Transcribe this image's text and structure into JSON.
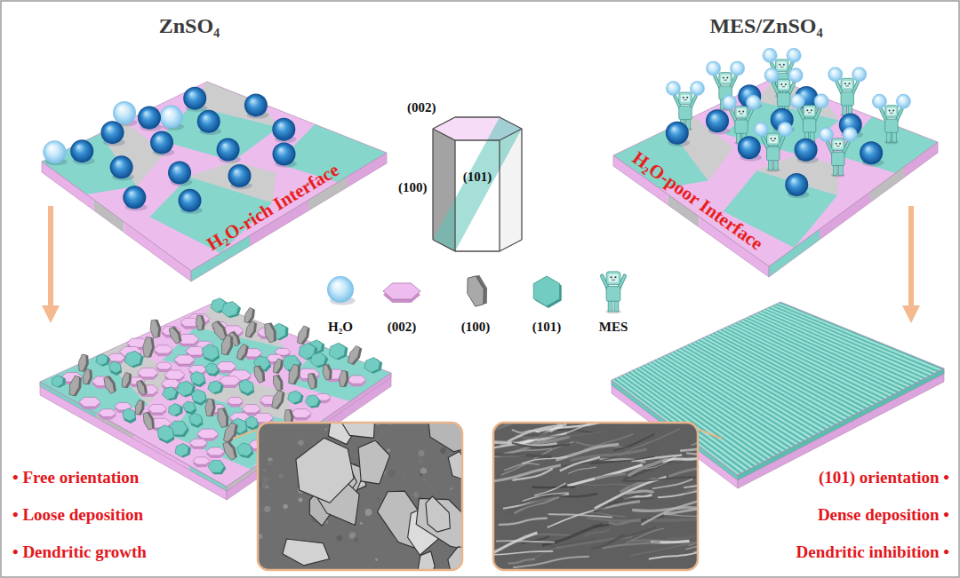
{
  "diagram": {
    "nodes": [
      {
        "text": [
          "ZnSO₄",
          "H₂O-rich Interface"
        ]
      },
      {
        "text": [
          "MES/ZnSO₄",
          "H₂O-poor Interface"
        ]
      },
      {
        "text": [
          "• Free orientation",
          "• Loose deposition",
          "• Dendritic growth"
        ]
      },
      {
        "text": [
          "(101) orientation •",
          "Dense deposition •",
          "Dendritic inhibition •"
        ]
      }
    ],
    "edges": [
      {
        "from": 0,
        "to": 2,
        "arrow": "to"
      },
      {
        "from": 1,
        "to": 3,
        "arrow": "to"
      }
    ],
    "labels": [
      "(002)",
      "(100)",
      "(101)"
    ],
    "legend": [
      {
        "text": "H₂O"
      },
      {
        "text": "(002)"
      },
      {
        "text": "(100)"
      },
      {
        "text": "(101)"
      },
      {
        "text": "MES"
      }
    ]
  }
}
